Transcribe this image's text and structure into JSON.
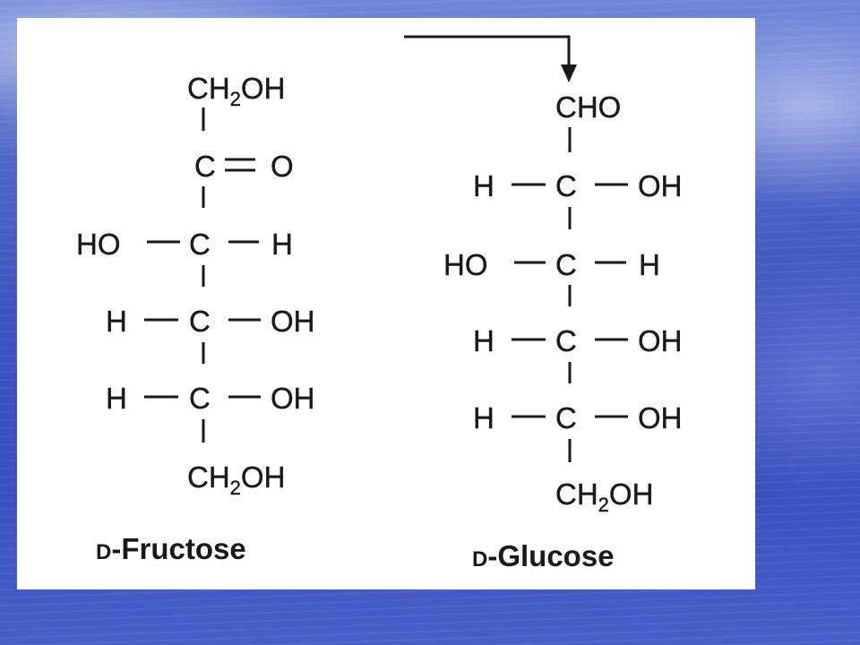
{
  "fructose": {
    "top_group": "CH2OH",
    "top_group_main": "CH",
    "top_group_sub": "2",
    "top_group_tail": "OH",
    "carbonyl_c": "C",
    "double_bond": "=",
    "carbonyl_o": "O",
    "row3_left": "HO",
    "row3_c": "C",
    "row3_right": "H",
    "row4_left": "H",
    "row4_c": "C",
    "row4_right": "OH",
    "row5_left": "H",
    "row5_c": "C",
    "row5_right": "OH",
    "bottom_group_main": "CH",
    "bottom_group_sub": "2",
    "bottom_group_tail": "OH",
    "label_prefix": "D",
    "label_name": "-Fructose"
  },
  "glucose": {
    "top_group": "CHO",
    "row2_left": "H",
    "row2_c": "C",
    "row2_right": "OH",
    "row3_left": "HO",
    "row3_c": "C",
    "row3_right": "H",
    "row4_left": "H",
    "row4_c": "C",
    "row4_right": "OH",
    "row5_left": "H",
    "row5_c": "C",
    "row5_right": "OH",
    "bottom_group_main": "CH",
    "bottom_group_sub": "2",
    "bottom_group_tail": "OH",
    "label_prefix": "D",
    "label_name": "-Glucose"
  }
}
